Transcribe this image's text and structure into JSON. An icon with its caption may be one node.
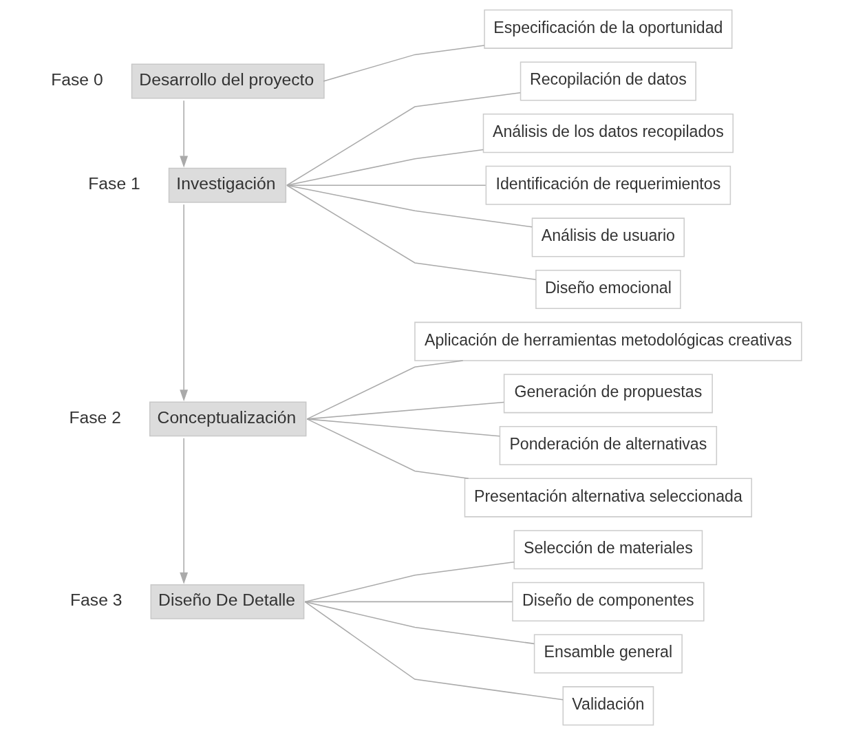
{
  "diagram": {
    "nodes": [
      {
        "text": [
          "Desarrollo del proyecto"
        ],
        "beside": [
          "Fase 0"
        ]
      },
      {
        "text": [
          "Especificación de la oportunidad"
        ]
      },
      {
        "text": [
          "Investigación"
        ],
        "beside": [
          "Fase 1"
        ]
      },
      {
        "text": [
          "Recopilación de datos"
        ]
      },
      {
        "text": [
          "Análisis de los datos recopilados"
        ]
      },
      {
        "text": [
          "Identificación de requerimientos"
        ]
      },
      {
        "text": [
          "Análisis de usuario"
        ]
      },
      {
        "text": [
          "Diseño emocional"
        ]
      },
      {
        "text": [
          "Conceptualización"
        ],
        "beside": [
          "Fase 2"
        ]
      },
      {
        "text": [
          "Aplicación de herramientas metodológicas creativas"
        ]
      },
      {
        "text": [
          "Generación de propuestas"
        ]
      },
      {
        "text": [
          "Ponderación de alternativas"
        ]
      },
      {
        "text": [
          "Presentación alternativa seleccionada"
        ]
      },
      {
        "text": [
          "Diseño De Detalle"
        ],
        "beside": [
          "Fase 3"
        ]
      },
      {
        "text": [
          "Selección de materiales"
        ]
      },
      {
        "text": [
          "Diseño de componentes"
        ]
      },
      {
        "text": [
          "Ensamble general"
        ]
      },
      {
        "text": [
          "Validación"
        ]
      }
    ],
    "edges": [
      {
        "from": 0,
        "to": 2,
        "arrow": "to"
      },
      {
        "from": 2,
        "to": 8,
        "arrow": "to"
      },
      {
        "from": 8,
        "to": 13,
        "arrow": "to"
      },
      {
        "from": 0,
        "to": 1,
        "arrow": "none"
      },
      {
        "from": 2,
        "to": 3,
        "arrow": "none"
      },
      {
        "from": 2,
        "to": 4,
        "arrow": "none"
      },
      {
        "from": 2,
        "to": 5,
        "arrow": "none"
      },
      {
        "from": 2,
        "to": 6,
        "arrow": "none"
      },
      {
        "from": 2,
        "to": 7,
        "arrow": "none"
      },
      {
        "from": 8,
        "to": 9,
        "arrow": "none"
      },
      {
        "from": 8,
        "to": 10,
        "arrow": "none"
      },
      {
        "from": 8,
        "to": 11,
        "arrow": "none"
      },
      {
        "from": 8,
        "to": 12,
        "arrow": "none"
      },
      {
        "from": 13,
        "to": 14,
        "arrow": "none"
      },
      {
        "from": 13,
        "to": 15,
        "arrow": "none"
      },
      {
        "from": 13,
        "to": 16,
        "arrow": "none"
      },
      {
        "from": 13,
        "to": 17,
        "arrow": "none"
      }
    ]
  }
}
